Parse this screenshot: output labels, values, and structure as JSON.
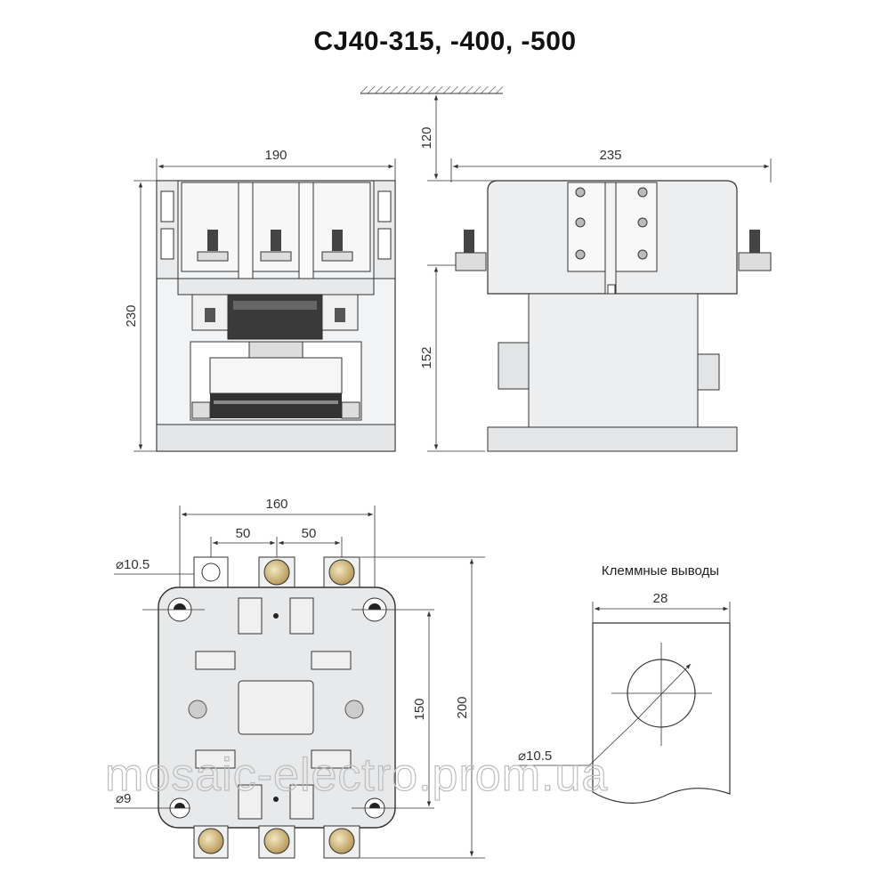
{
  "title": "CJ40-315, -400, -500",
  "front_view": {
    "width_dim": "190",
    "height_dim": "230"
  },
  "side_view": {
    "width_dim": "235",
    "top_clearance_dim": "120",
    "lower_height_dim": "152"
  },
  "bottom_view": {
    "width_dim": "160",
    "pitch_left_dim": "50",
    "pitch_right_dim": "50",
    "hole_dia_top": "⌀10.5",
    "hole_dia_bottom": "⌀9",
    "mount_height_dim": "150",
    "overall_height_dim": "200"
  },
  "terminal_detail": {
    "label": "Клеммные выводы",
    "width_dim": "28",
    "hole_dia": "⌀10.5"
  },
  "watermark": "mosaic-electro.prom.ua"
}
